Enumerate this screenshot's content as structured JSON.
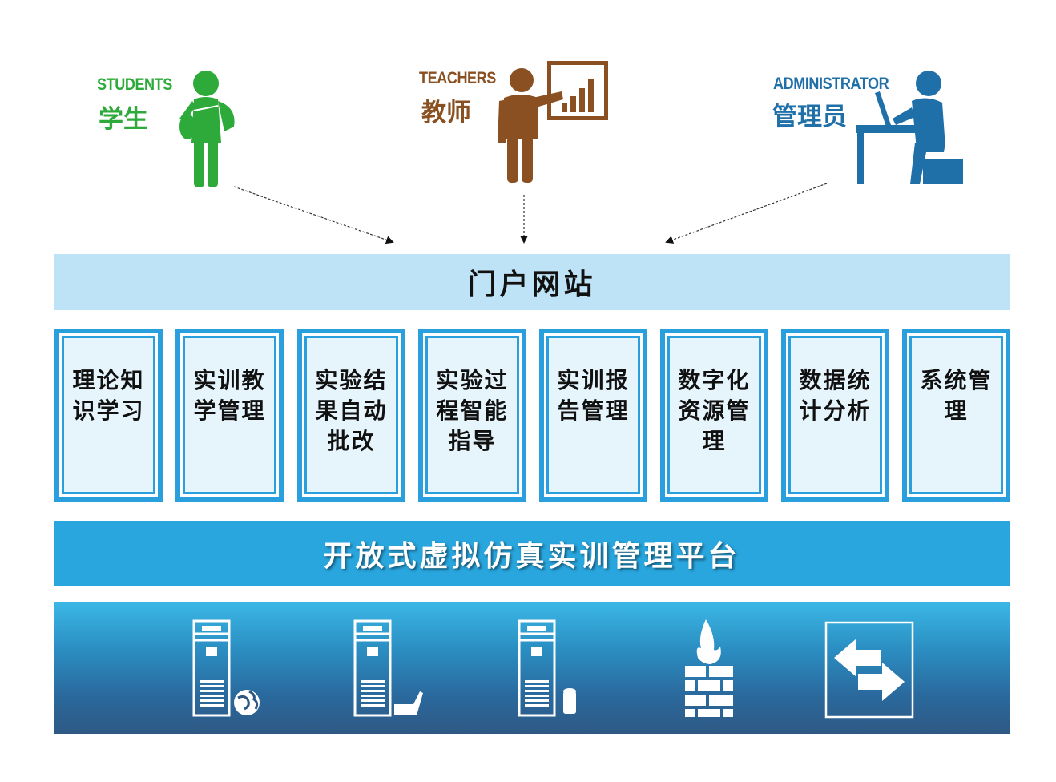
{
  "roles": [
    {
      "en": "STUDENTS",
      "cn": "学生",
      "color": "#2eaa3a",
      "icon": "student-with-backpack-icon"
    },
    {
      "en": "TEACHERS",
      "cn": "教师",
      "color": "#8a5021",
      "icon": "teacher-at-board-icon"
    },
    {
      "en": "ADMINISTRATOR",
      "cn": "管理员",
      "color": "#1f6fa8",
      "icon": "admin-at-computer-icon"
    }
  ],
  "portal": {
    "label": "门户网站",
    "color": "#bfe3f6"
  },
  "modules": [
    {
      "label": "理论知识学习"
    },
    {
      "label": "实训教学管理"
    },
    {
      "label": "实验结果自动批改"
    },
    {
      "label": "实验过程智能指导"
    },
    {
      "label": "实训报告管理"
    },
    {
      "label": "数字化资源管理"
    },
    {
      "label": "数据统计分析"
    },
    {
      "label": "系统管理"
    }
  ],
  "platform": {
    "label": "开放式虚拟仿真实训管理平台",
    "color": "#29a6de"
  },
  "infrastructure": {
    "icons": [
      "web-server-icon",
      "server-with-laptop-icon",
      "database-server-icon",
      "firewall-icon",
      "switch-icon"
    ]
  }
}
